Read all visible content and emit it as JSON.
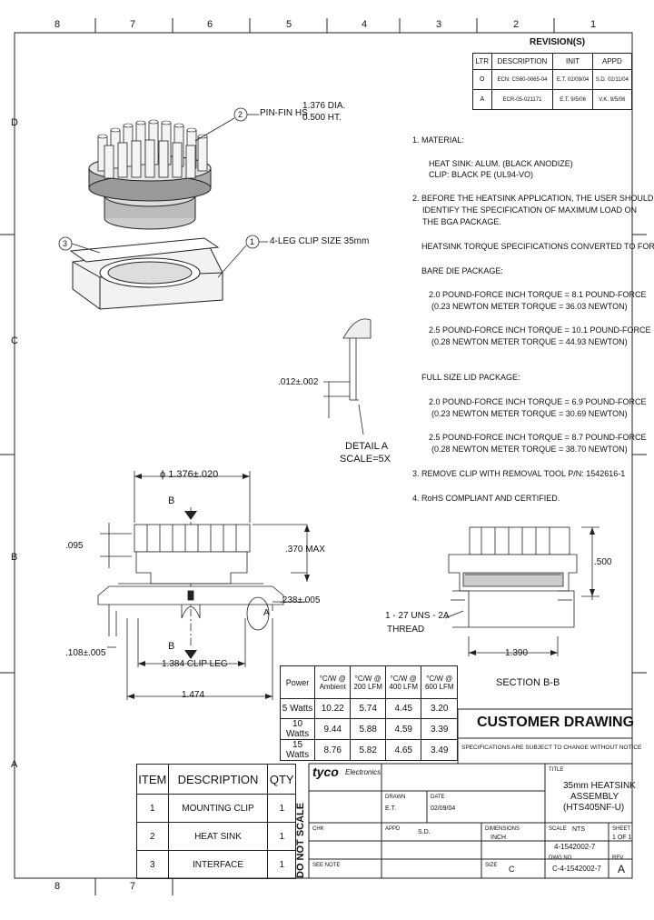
{
  "zones": {
    "top": [
      "8",
      "7",
      "6",
      "5",
      "4",
      "3",
      "2",
      "1"
    ],
    "left": [
      "D",
      "C",
      "B",
      "A"
    ],
    "bottom": [
      "8",
      "7"
    ]
  },
  "revisions": {
    "title": "REVISION(S)",
    "headers": [
      "LTR",
      "DESCRIPTION",
      "INIT",
      "APPD"
    ],
    "rows": [
      [
        "O",
        "ECN: CS60-0065-04",
        "E.T. 02/09/04",
        "S.D. 02/11/04"
      ],
      [
        "A",
        "ECR-05-021171",
        "E.T. 9/5/06",
        "V.K. 9/5/06"
      ]
    ]
  },
  "callouts": {
    "pin_fin_num": "2",
    "pin_fin_label": "PIN-FIN HS",
    "pin_fin_dim1": "1.376 DIA.",
    "pin_fin_dim2": "0.500 HT.",
    "clip_num": "1",
    "clip_label": "4-LEG CLIP SIZE 35mm",
    "interface_num": "3"
  },
  "notes": [
    "1. MATERIAL:",
    "HEAT SINK:   ALUM. (BLACK ANODIZE)",
    "CLIP:           BLACK PE (UL94-VO)",
    "2. BEFORE THE HEATSINK APPLICATION, THE USER SHOULD",
    "IDENTIFY THE SPECIFICATION OF MAXIMUM LOAD ON",
    "THE BGA PACKAGE.",
    "HEATSINK TORQUE SPECIFICATIONS CONVERTED TO FORCE.",
    "BARE DIE PACKAGE:",
    "2.0 POUND-FORCE INCH TORQUE = 8.1 POUND-FORCE",
    "(0.23 NEWTON METER TORQUE = 36.03 NEWTON)",
    "2.5 POUND-FORCE INCH TORQUE = 10.1 POUND-FORCE",
    "(0.28 NEWTON METER TORQUE = 44.93 NEWTON)",
    "FULL SIZE LID PACKAGE:",
    "2.0 POUND-FORCE INCH TORQUE = 6.9 POUND-FORCE",
    "(0.23 NEWTON METER TORQUE = 30.69 NEWTON)",
    "2.5 POUND-FORCE INCH TORQUE = 8.7 POUND-FORCE",
    "(0.28 NEWTON METER TORQUE = 38.70 NEWTON)",
    "3. REMOVE CLIP WITH REMOVAL TOOL P/N: 1542616-1",
    "4. RoHS COMPLIANT AND CERTIFIED."
  ],
  "detail": {
    "dim": ".012±.002",
    "label1": "DETAIL A",
    "label2": "SCALE=5X"
  },
  "front_view": {
    "dia": "ϕ 1.376±.020",
    "section_mark": "B",
    "section_mark2": "B",
    "dim_095": ".095",
    "dim_370": ".370 MAX",
    "dim_238": ".238±.005",
    "dim_108": ".108±.005",
    "dim_1384": "1.384 CLIP LEG",
    "dim_1474": "1.474",
    "detail_ref": "A"
  },
  "section": {
    "dim_500": ".500",
    "thread1": "1 - 27 UNS - 2A",
    "thread2": "THREAD",
    "dim_1390": "1.390",
    "label": "SECTION B-B"
  },
  "thermal_table": {
    "headers": [
      "Power",
      "°C/W @ Ambient",
      "°C/W @ 200 LFM",
      "°C/W @ 400 LFM",
      "°C/W @ 600 LFM"
    ],
    "rows": [
      [
        "5 Watts",
        "10.22",
        "5.74",
        "4.45",
        "3.20"
      ],
      [
        "10 Watts",
        "9.44",
        "5.88",
        "4.59",
        "3.39"
      ],
      [
        "15 Watts",
        "8.76",
        "5.82",
        "4.65",
        "3.49"
      ]
    ]
  },
  "bom": {
    "headers": [
      "ITEM",
      "DESCRIPTION",
      "QTY"
    ],
    "rows": [
      [
        "1",
        "MOUNTING CLIP",
        "1"
      ],
      [
        "2",
        "HEAT SINK",
        "1"
      ],
      [
        "3",
        "INTERFACE",
        "1"
      ]
    ],
    "side_text": "DO NOT SCALE"
  },
  "title_block": {
    "customer": "CUSTOMER DRAWING",
    "subject": "SPECIFICATIONS ARE SUBJECT TO CHANGE WITHOUT NOTICE",
    "brand": "tyco",
    "brand_sub": "Electronics",
    "title_label": "TITLE",
    "title1": "35mm HEATSINK",
    "title2": "ASSEMBLY",
    "title3": "(HTS405NF-U)",
    "drawn_label": "DRAWN",
    "drawn": "E.T.",
    "date_label": "DATE",
    "date": "02/09/04",
    "chk_label": "CHK",
    "appd_label": "APPD",
    "appd": "S.D.",
    "dwg_no_label": "DWG NO",
    "dwg_no": "C-4-1542002-7",
    "rev_label": "REV",
    "rev": "A",
    "size_label": "SIZE",
    "size": "C",
    "scale_label": "SCALE",
    "scale": "NTS",
    "units_label": "DIMENSIONS",
    "units": "INCH",
    "sheet_label": "SHEET",
    "sheet": "1 OF 1",
    "part_no": "4-1542002-7",
    "see_note": "SEE NOTE"
  }
}
